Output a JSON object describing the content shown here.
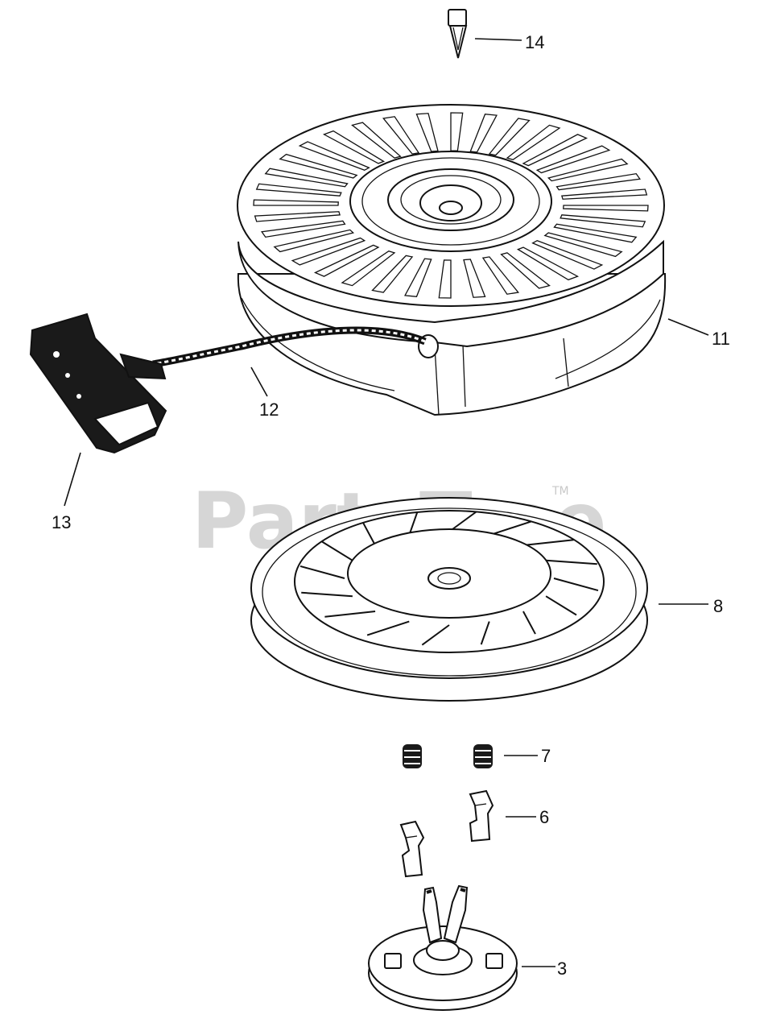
{
  "watermark": {
    "text": "PartsTree",
    "trademark": "TM"
  },
  "callouts": [
    {
      "id": "14",
      "label": "14",
      "part": "retainer-clip"
    },
    {
      "id": "11",
      "label": "11",
      "part": "starter-housing"
    },
    {
      "id": "12",
      "label": "12",
      "part": "starter-rope"
    },
    {
      "id": "13",
      "label": "13",
      "part": "starter-handle"
    },
    {
      "id": "8",
      "label": "8",
      "part": "starter-pulley"
    },
    {
      "id": "7",
      "label": "7",
      "part": "spring"
    },
    {
      "id": "6",
      "label": "6",
      "part": "pawl-dog"
    },
    {
      "id": "3",
      "label": "3",
      "part": "hub"
    }
  ],
  "colors": {
    "line": "#111111",
    "watermark": "#c9c9c9",
    "background": "#ffffff"
  }
}
